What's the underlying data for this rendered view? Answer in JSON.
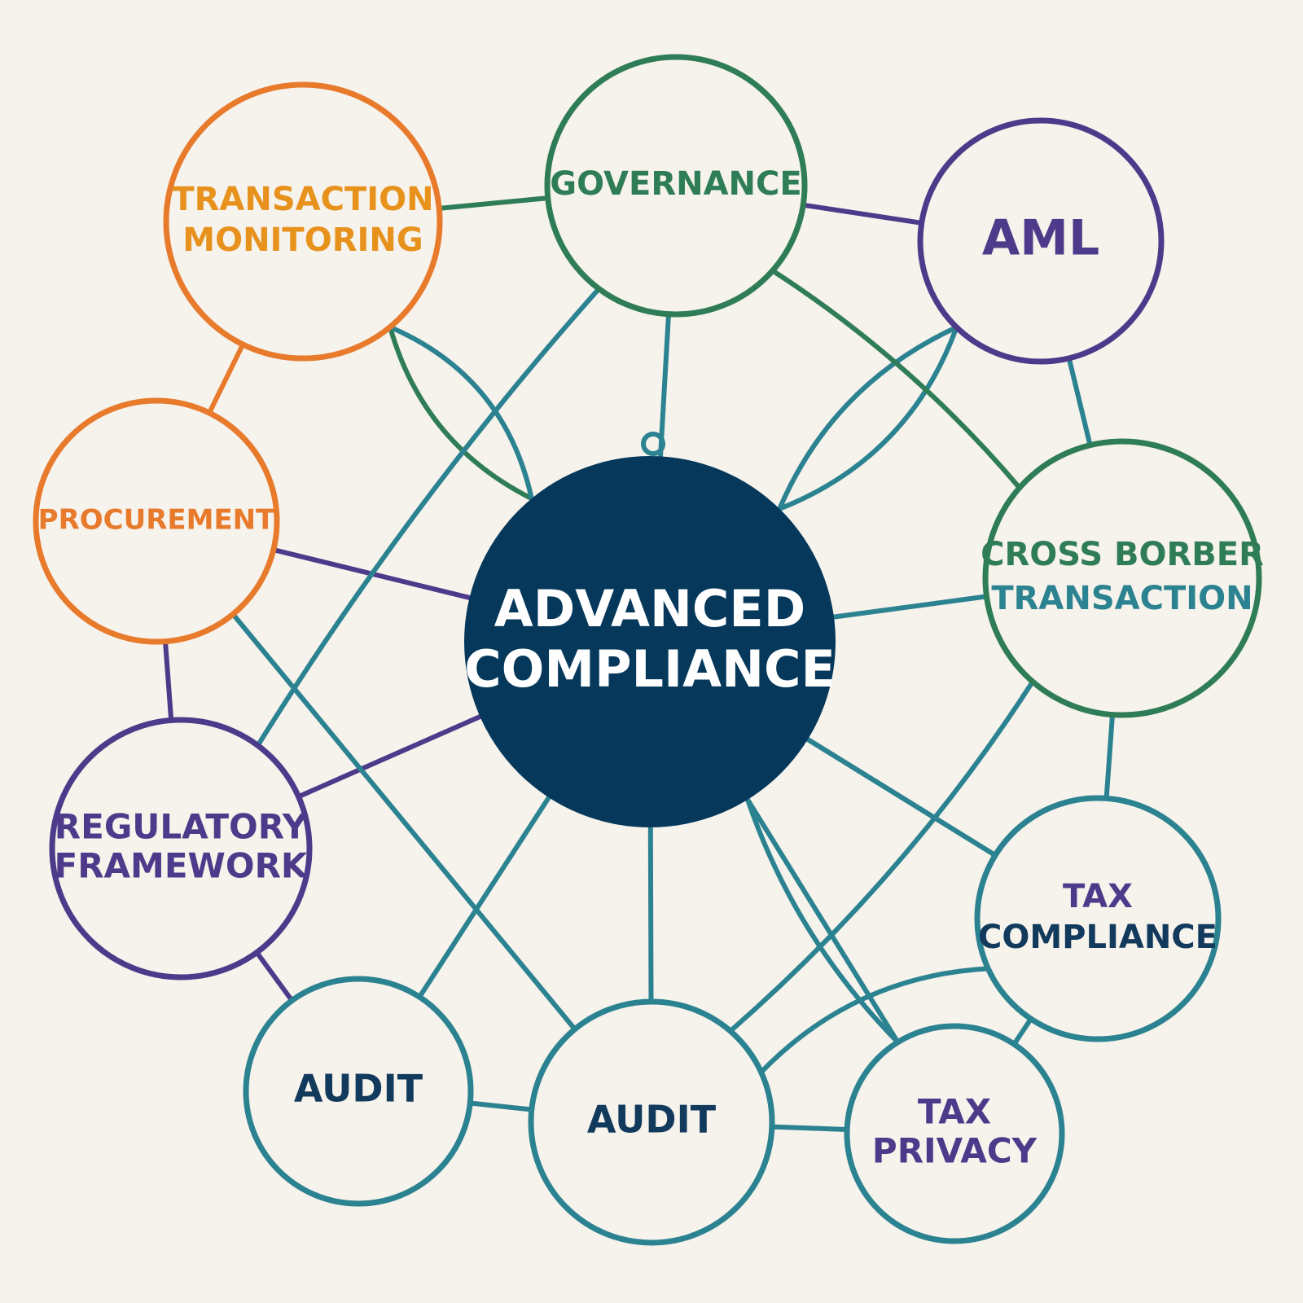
{
  "colors": {
    "background": "#f6f2ec",
    "center_fill": "#05385a",
    "center_text": "#ffffff",
    "orange": "#e87a2c",
    "orange_text": "#e8921e",
    "green": "#2f7d57",
    "purple": "#4e3a8a",
    "teal": "#2b8290",
    "navy": "#123a5c"
  },
  "center": {
    "lines": [
      "ADVANCED",
      "COMPLIANCE"
    ]
  },
  "nodes": [
    {
      "id": "transaction-monitoring",
      "lines": [
        "TRANSACTION",
        "MONITORING"
      ],
      "ring": "orange",
      "text": "orange_text"
    },
    {
      "id": "governance",
      "lines": [
        "GOVERNANCE"
      ],
      "ring": "green",
      "text": "green"
    },
    {
      "id": "aml",
      "lines": [
        "AML"
      ],
      "ring": "purple",
      "text": "purple"
    },
    {
      "id": "procurement",
      "lines": [
        "PROCUREMENT"
      ],
      "ring": "orange",
      "text": "orange"
    },
    {
      "id": "cross-border-transaction",
      "lines": [
        "CROSS BORBER",
        "TRANSACTION"
      ],
      "ring": "green",
      "text": "green",
      "line_colors": [
        "green",
        "teal"
      ]
    },
    {
      "id": "regulatory-framework",
      "lines": [
        "REGULATORY",
        "FRAMEWORK"
      ],
      "ring": "purple",
      "text": "purple"
    },
    {
      "id": "tax-compliance",
      "lines": [
        "TAX",
        "COMPLIANCE"
      ],
      "ring": "teal",
      "text": "navy",
      "line_colors": [
        "purple",
        "navy"
      ]
    },
    {
      "id": "audit-left",
      "lines": [
        "AUDIT"
      ],
      "ring": "teal",
      "text": "navy"
    },
    {
      "id": "audit-center",
      "lines": [
        "AUDIT"
      ],
      "ring": "teal",
      "text": "navy"
    },
    {
      "id": "tax-privacy",
      "lines": [
        "TAX",
        "PRIVACY"
      ],
      "ring": "teal",
      "text": "purple"
    }
  ],
  "edges": [
    {
      "from": "transaction-monitoring",
      "to": "governance",
      "color": "green"
    },
    {
      "from": "governance",
      "to": "aml",
      "color": "purple"
    },
    {
      "from": "transaction-monitoring",
      "to": "procurement",
      "color": "orange"
    },
    {
      "from": "aml",
      "to": "cross-border-transaction",
      "color": "teal"
    },
    {
      "from": "procurement",
      "to": "regulatory-framework",
      "color": "purple"
    },
    {
      "from": "cross-border-transaction",
      "to": "tax-compliance",
      "color": "teal"
    },
    {
      "from": "regulatory-framework",
      "to": "audit-left",
      "color": "purple"
    },
    {
      "from": "audit-left",
      "to": "audit-center",
      "color": "teal"
    },
    {
      "from": "audit-center",
      "to": "tax-privacy",
      "color": "teal"
    },
    {
      "from": "tax-privacy",
      "to": "tax-compliance",
      "color": "teal"
    },
    {
      "from": "governance",
      "to": "center",
      "color": "teal"
    },
    {
      "from": "transaction-monitoring",
      "to": "center",
      "color": "green"
    },
    {
      "from": "transaction-monitoring",
      "to": "center",
      "color": "teal"
    },
    {
      "from": "aml",
      "to": "center",
      "color": "teal"
    },
    {
      "from": "aml",
      "to": "center",
      "color": "teal"
    },
    {
      "from": "procurement",
      "to": "center",
      "color": "purple"
    },
    {
      "from": "cross-border-transaction",
      "to": "center",
      "color": "teal"
    },
    {
      "from": "regulatory-framework",
      "to": "center",
      "color": "purple"
    },
    {
      "from": "tax-compliance",
      "to": "center",
      "color": "teal"
    },
    {
      "from": "audit-left",
      "to": "center",
      "color": "teal"
    },
    {
      "from": "audit-center",
      "to": "center",
      "color": "teal"
    },
    {
      "from": "tax-privacy",
      "to": "center",
      "color": "teal"
    },
    {
      "from": "governance",
      "to": "regulatory-framework",
      "color": "teal"
    },
    {
      "from": "governance",
      "to": "cross-border-transaction",
      "color": "green"
    },
    {
      "from": "procurement",
      "to": "audit-center",
      "color": "teal"
    },
    {
      "from": "audit-center",
      "to": "cross-border-transaction",
      "color": "teal"
    },
    {
      "from": "audit-center",
      "to": "tax-compliance",
      "color": "teal"
    },
    {
      "from": "center",
      "to": "tax-compliance",
      "color": "teal"
    },
    {
      "from": "center",
      "to": "tax-privacy",
      "color": "teal"
    }
  ]
}
